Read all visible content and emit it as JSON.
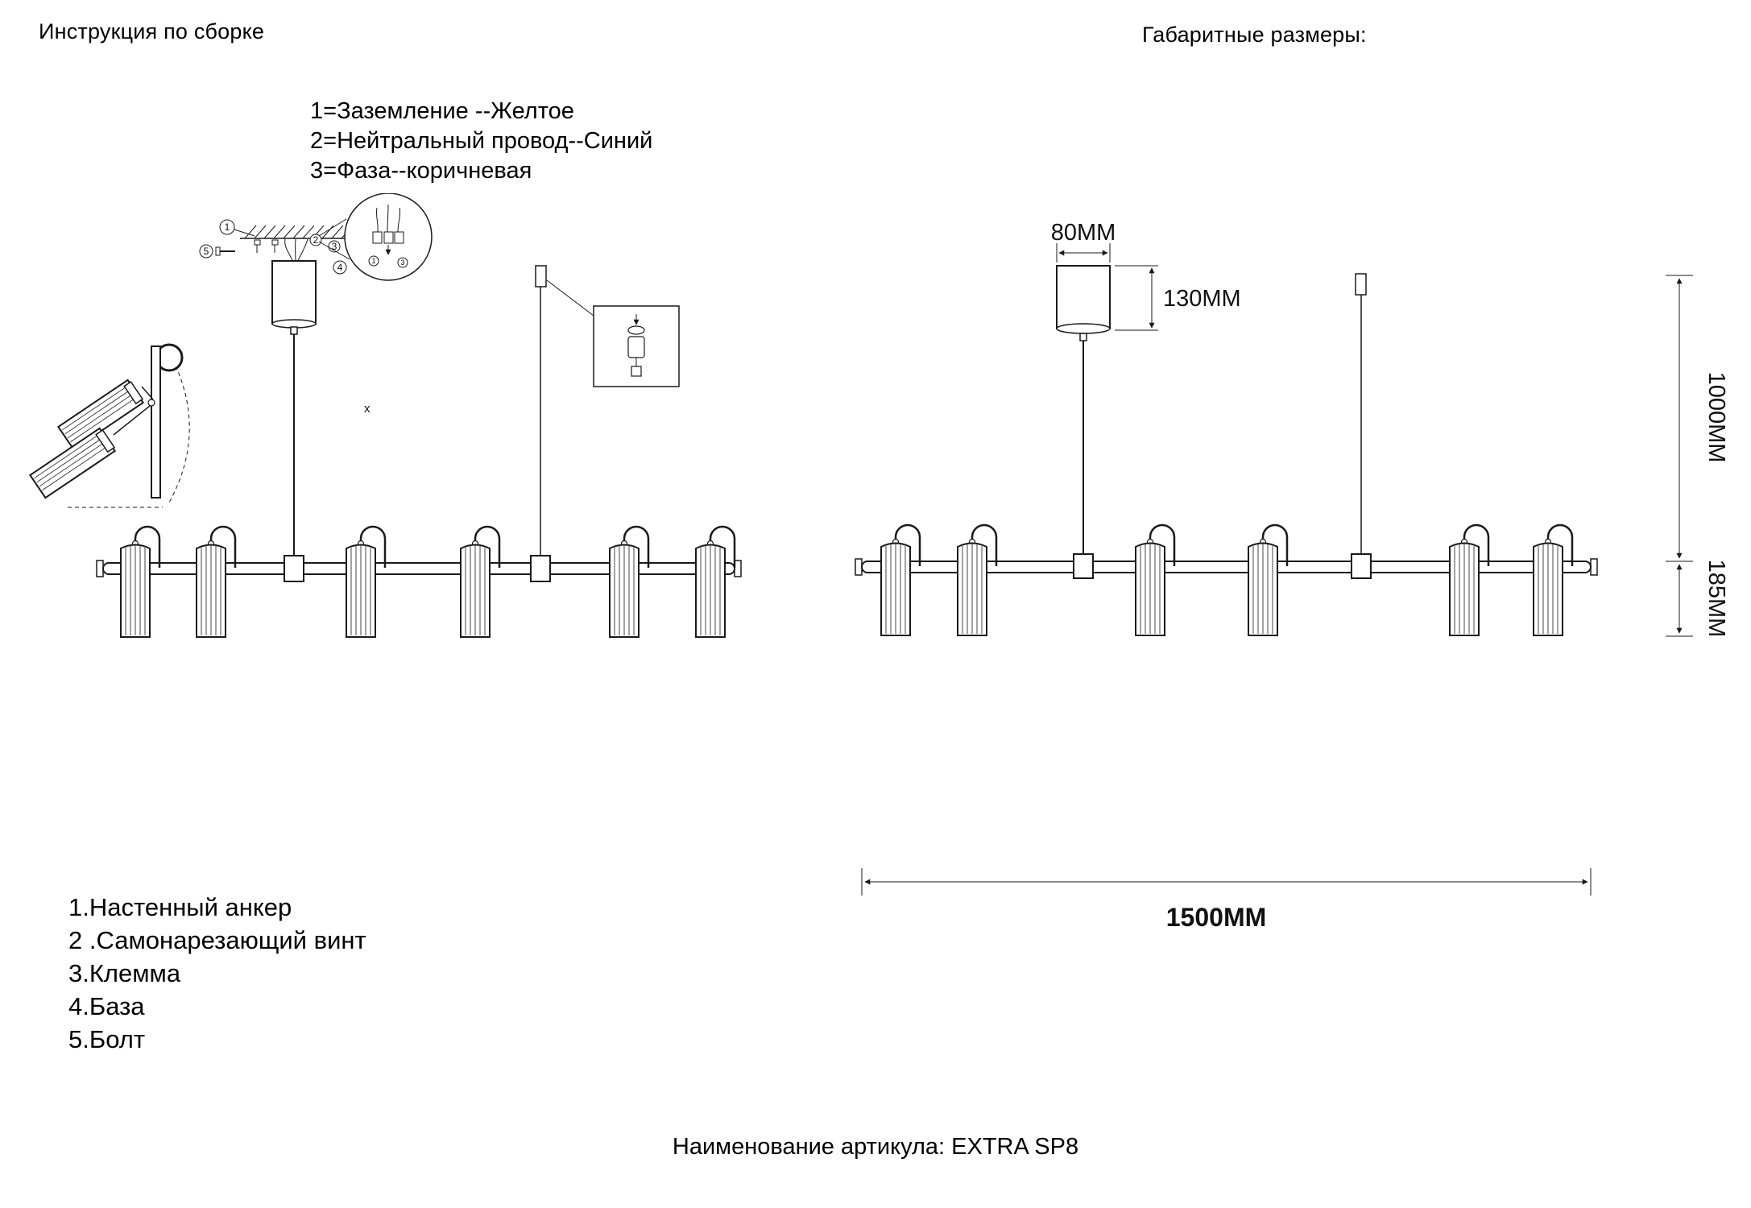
{
  "header": {
    "left_title": "Инструкция по сборке",
    "right_title": "Габаритные размеры:"
  },
  "wiring": {
    "lines": [
      "1=Заземление --Желтое",
      "2=Нейтральный провод--Синий",
      "3=Фаза--коричневая"
    ]
  },
  "parts": {
    "items": [
      "1.Настенный анкер",
      "2 .Самонарезающий винт",
      "3.Клемма",
      "4.База",
      "5.Болт"
    ]
  },
  "dims": {
    "canopy_width": "80MM",
    "canopy_height": "130MM",
    "suspension_height": "1000MM",
    "fixture_height": "185MM",
    "fixture_length": "1500MM"
  },
  "callouts": {
    "c1": "1",
    "c2": "2",
    "c3": "3",
    "c4": "4",
    "c5": "5"
  },
  "marks": {
    "x": "x"
  },
  "footer": {
    "text": "Наименование артикула: EXTRA SP8"
  }
}
